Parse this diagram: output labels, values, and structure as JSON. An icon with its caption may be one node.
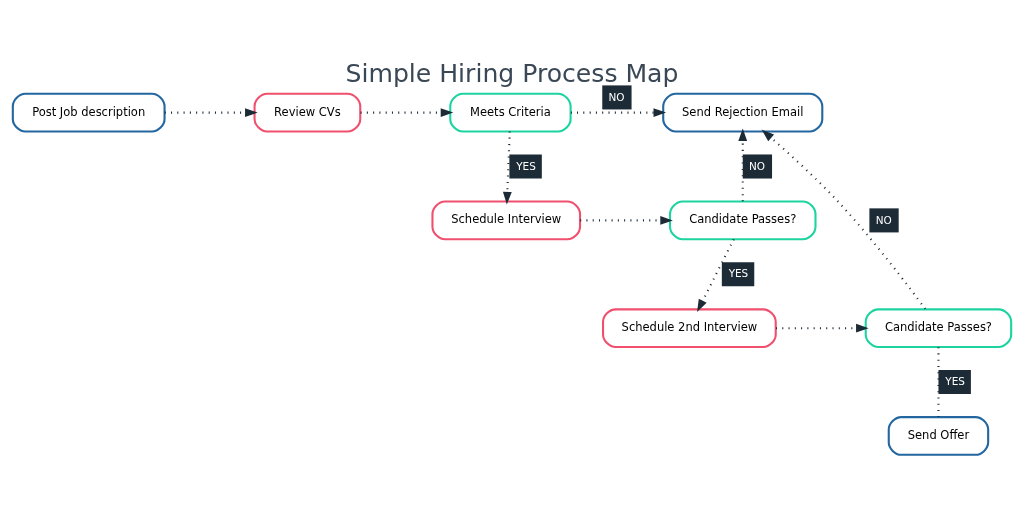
{
  "diagram": {
    "title": "Simple Hiring Process Map",
    "nodes": [
      {
        "text": [
          "Post Job description"
        ]
      },
      {
        "text": [
          "Review CVs"
        ]
      },
      {
        "text": [
          "Meets Criteria"
        ]
      },
      {
        "text": [
          "Send Rejection Email"
        ]
      },
      {
        "text": [
          "Schedule Interview"
        ]
      },
      {
        "text": [
          "Candidate Passes?"
        ]
      },
      {
        "text": [
          "Schedule 2nd Interview"
        ]
      },
      {
        "text": [
          "Candidate Passes?"
        ]
      },
      {
        "text": [
          "Send Offer"
        ]
      }
    ],
    "edges": [
      {
        "from": 0,
        "to": 1,
        "arrow": "to"
      },
      {
        "from": 1,
        "to": 2,
        "arrow": "to"
      },
      {
        "from": 2,
        "to": 3,
        "arrow": "to",
        "label": "NO"
      },
      {
        "from": 2,
        "to": 4,
        "arrow": "to",
        "label": "YES"
      },
      {
        "from": 4,
        "to": 5,
        "arrow": "to"
      },
      {
        "from": 5,
        "to": 3,
        "arrow": "to",
        "label": "NO"
      },
      {
        "from": 5,
        "to": 6,
        "arrow": "to",
        "label": "YES"
      },
      {
        "from": 6,
        "to": 7,
        "arrow": "to"
      },
      {
        "from": 7,
        "to": 3,
        "arrow": "to",
        "label": "NO"
      },
      {
        "from": 7,
        "to": 8,
        "arrow": "none",
        "label": "YES"
      }
    ]
  }
}
